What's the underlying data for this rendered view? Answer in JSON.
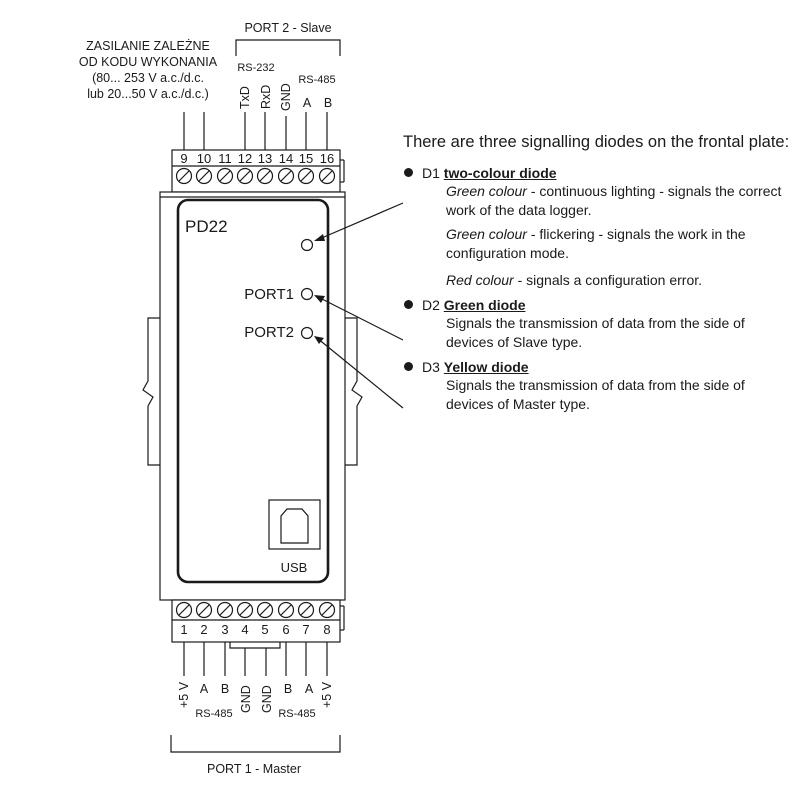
{
  "top_labels": {
    "port2_title": "PORT 2 - Slave",
    "supply_lines": [
      "ZASILANIE ZALEŻNE",
      "OD KODU WYKONANIA",
      "(80... 253 V a.c./d.c.",
      "lub 20...50 V a.c./d.c.)"
    ],
    "rs232": "RS-232",
    "rs485": "RS-485",
    "signals": [
      "TxD",
      "RxD",
      "GND",
      "A",
      "B"
    ]
  },
  "top_terminals": [
    "9",
    "10",
    "11",
    "12",
    "13",
    "14",
    "15",
    "16"
  ],
  "front_panel": {
    "model": "PD22",
    "led_port1": "PORT1",
    "led_port2": "PORT2",
    "usb": "USB"
  },
  "bottom_terminals": [
    "1",
    "2",
    "3",
    "4",
    "5",
    "6",
    "7",
    "8"
  ],
  "bottom_labels": {
    "signals": [
      "+5 V",
      "A",
      "B",
      "GND",
      "GND",
      "B",
      "A",
      "+5 V"
    ],
    "rs485_left": "RS-485",
    "rs485_right": "RS-485",
    "port1_title": "PORT 1 - Master"
  },
  "description": {
    "intro": "There are three signalling diodes on the frontal plate:",
    "diodes": [
      {
        "id": "D1",
        "title": "two-colour diode",
        "lines": [
          {
            "em": "Green colour",
            "text": " - continuous lighting - signals the correct work of the data logger."
          },
          {
            "em": "Green colour",
            "text": " - flickering - signals the work in the configuration mode."
          },
          {
            "em": "Red colour",
            "text": " - signals a configuration error."
          }
        ]
      },
      {
        "id": "D2",
        "title": "Green diode",
        "lines": [
          {
            "em": "",
            "text": "Signals the transmission of data from the side of devices of Slave type."
          }
        ]
      },
      {
        "id": "D3",
        "title": "Yellow diode",
        "lines": [
          {
            "em": "",
            "text": "Signals the transmission of data from the side of devices of Master type."
          }
        ]
      }
    ]
  }
}
